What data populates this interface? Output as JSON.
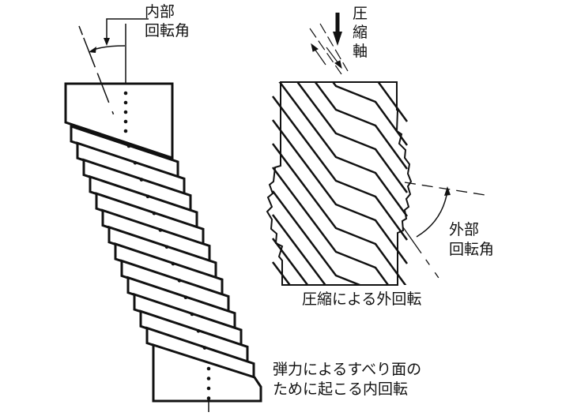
{
  "left_figure": {
    "angle_label_line1": "内部",
    "angle_label_line2": "回転角",
    "caption_line1": "弾力によるすべり面の",
    "caption_line2": "ために起こる内回転",
    "slab_count": 13
  },
  "right_figure": {
    "axis_label_chars": [
      "圧",
      "縮",
      "軸"
    ],
    "angle_label_line1": "外部",
    "angle_label_line2": "回転角",
    "caption": "圧縮による外回転"
  },
  "colors": {
    "ink": "#111111",
    "background": "#ffffff"
  }
}
